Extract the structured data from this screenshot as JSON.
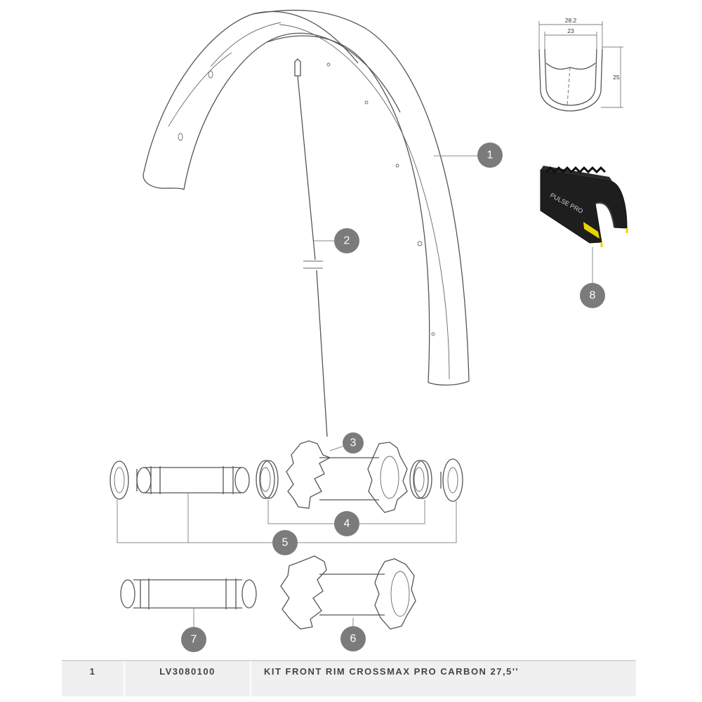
{
  "callouts": [
    "1",
    "2",
    "3",
    "4",
    "5",
    "6",
    "7",
    "8"
  ],
  "profile_dimensions": {
    "outer_width": "28.2",
    "inner_width": "23",
    "height": "25"
  },
  "tire_brand_text": "PULSE PRO",
  "table_rows": [
    {
      "number": "1",
      "reference": "LV3080100",
      "description": "KIT FRONT RIM CROSSMAX PRO CARBON 27,5''"
    }
  ]
}
